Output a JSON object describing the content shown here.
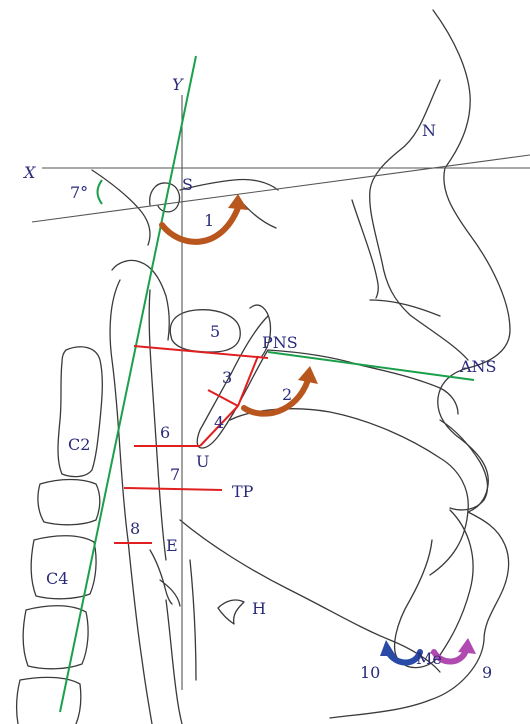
{
  "colors": {
    "red_lines": "#e02020",
    "green_lines": "#1aa04a",
    "brown_arrow": "#b8561e",
    "blue_arrow": "#2a4aa8",
    "purple_arrow": "#b04ab0",
    "label": "#2a2a7a",
    "sketch": "#3a3a3a"
  },
  "labels": {
    "x_axis": "X",
    "y_axis": "Y",
    "angle": "7°",
    "sella": "S",
    "nasion": "N",
    "pns": "PNS",
    "ans": "ANS",
    "uvula": "U",
    "tongue_point": "TP",
    "epiglottis": "E",
    "hyoid": "H",
    "menton": "Me",
    "c2": "C2",
    "c4": "C4",
    "n1": "1",
    "n2": "2",
    "n3": "3",
    "n4": "4",
    "n5": "5",
    "n6": "6",
    "n7": "7",
    "n8": "8",
    "n9": "9",
    "n10": "10"
  }
}
